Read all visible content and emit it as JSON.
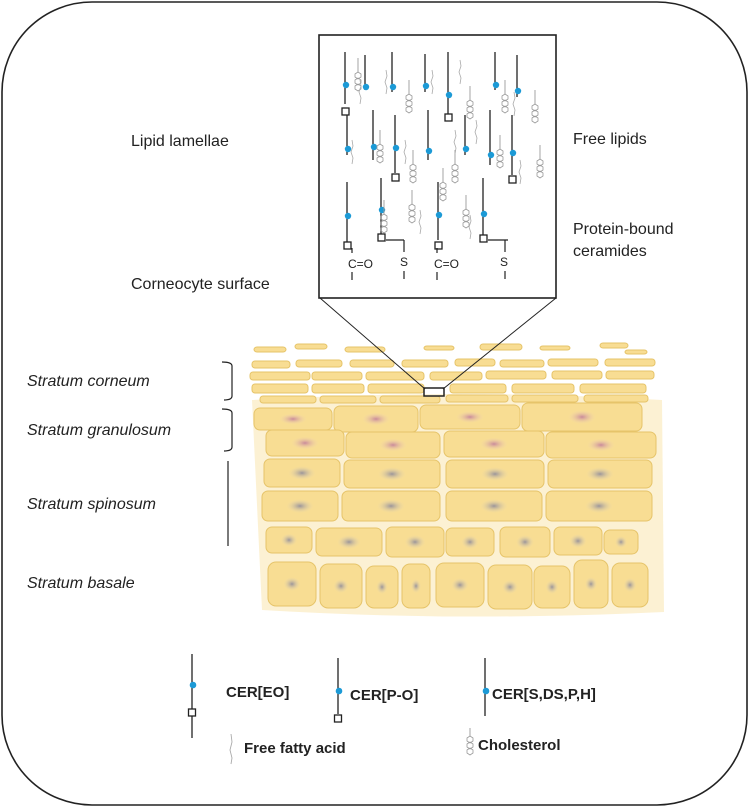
{
  "labels": {
    "lipid_lamellae": "Lipid lamellae",
    "free_lipids": "Free lipids",
    "protein_bound_line1": "Protein-bound",
    "protein_bound_line2": "ceramides",
    "corneocyte_surface": "Corneocyte surface",
    "carbonyl": "C=O",
    "sulfur": "S"
  },
  "layers": [
    {
      "name": "Stratum corneum"
    },
    {
      "name": "Stratum granulosum"
    },
    {
      "name": "Stratum spinosum"
    },
    {
      "name": "Stratum basale"
    }
  ],
  "legend": {
    "cer_eo": "CER[EO]",
    "cer_po": "CER[P-O]",
    "cer_s": "CER[S,DS,P,H]",
    "ffa": "Free fatty acid",
    "chol": "Cholesterol"
  },
  "colors": {
    "cell_fill": "#f8dd93",
    "cell_stroke": "#e6c46a",
    "nucleus": "#b9b2b6",
    "headgroup": "#1c9ad6",
    "line": "#222222"
  }
}
